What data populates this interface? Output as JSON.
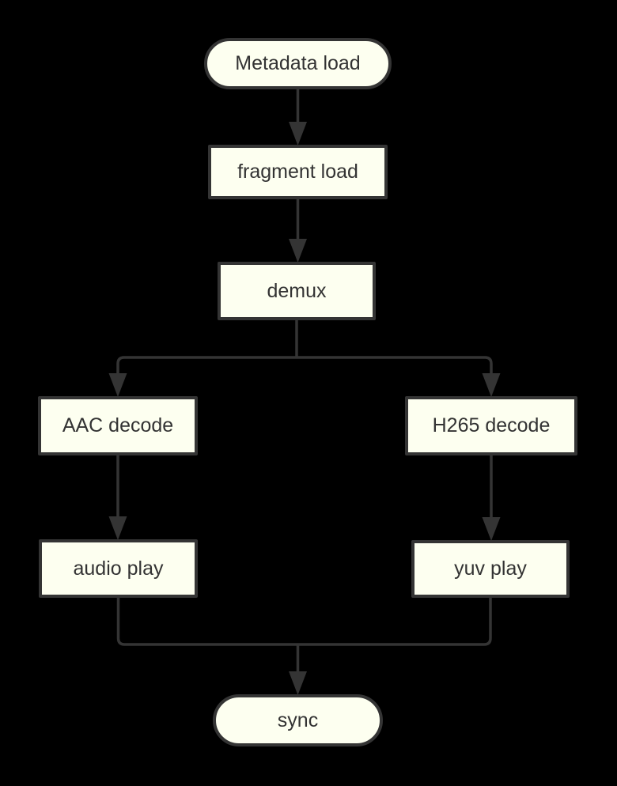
{
  "diagram": {
    "type": "flowchart",
    "direction": "top-down",
    "colors": {
      "background": "#000000",
      "node_fill": "#FDFFF0",
      "node_border": "#343434",
      "line": "#343434",
      "text": "#333333"
    },
    "nodes": [
      {
        "id": "metadata-load",
        "label": "Metadata load",
        "shape": "stadium"
      },
      {
        "id": "fragment-load",
        "label": "fragment load",
        "shape": "rect"
      },
      {
        "id": "demux",
        "label": "demux",
        "shape": "rect"
      },
      {
        "id": "aac-decode",
        "label": "AAC decode",
        "shape": "rect"
      },
      {
        "id": "h265-decode",
        "label": "H265 decode",
        "shape": "rect"
      },
      {
        "id": "audio-play",
        "label": "audio play",
        "shape": "rect"
      },
      {
        "id": "yuv-play",
        "label": "yuv play",
        "shape": "rect"
      },
      {
        "id": "sync",
        "label": "sync",
        "shape": "stadium"
      }
    ],
    "edges": [
      {
        "from": "metadata-load",
        "to": "fragment-load"
      },
      {
        "from": "fragment-load",
        "to": "demux"
      },
      {
        "from": "demux",
        "to": "aac-decode"
      },
      {
        "from": "demux",
        "to": "h265-decode"
      },
      {
        "from": "aac-decode",
        "to": "audio-play"
      },
      {
        "from": "h265-decode",
        "to": "yuv-play"
      },
      {
        "from": "audio-play",
        "to": "sync"
      },
      {
        "from": "yuv-play",
        "to": "sync"
      }
    ]
  }
}
